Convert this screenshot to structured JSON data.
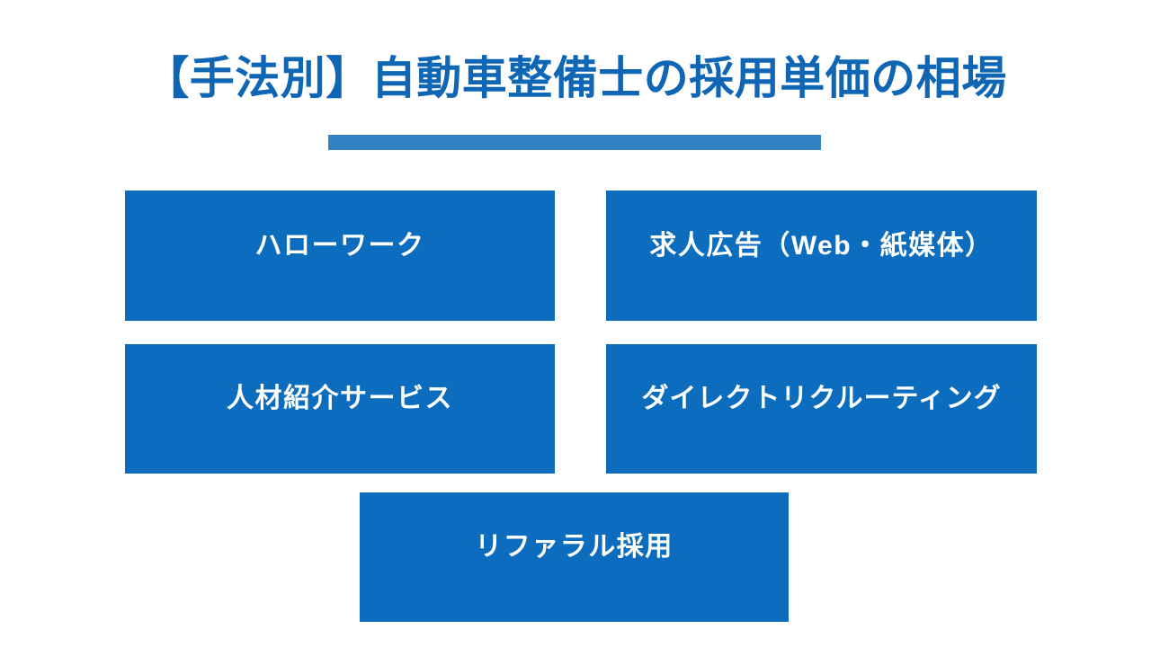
{
  "slide": {
    "title": "【手法別】自動車整備士の採用単価の相場",
    "background_color": "#ffffff",
    "title_color": "#0f66b4",
    "accent_bar_color": "#3282c4",
    "box_fill_color": "#0c6cbd",
    "box_text_color": "#ffffff",
    "methods": [
      {
        "label": "ハローワーク"
      },
      {
        "label": "求人広告（Web・紙媒体）"
      },
      {
        "label": "人材紹介サービス"
      },
      {
        "label": "ダイレクトリクルーティング"
      },
      {
        "label": "リファラル採用"
      }
    ]
  }
}
